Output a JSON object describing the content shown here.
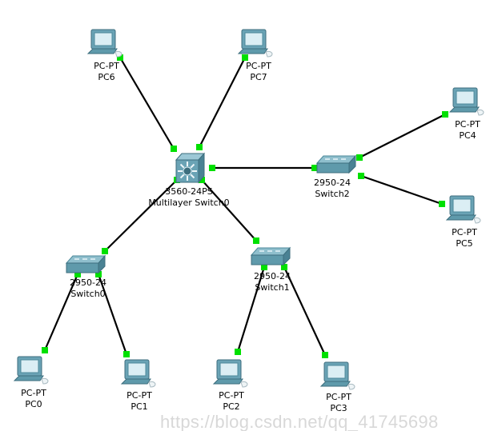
{
  "nodes": [
    {
      "id": "mls0",
      "type": "multilayer-switch",
      "model": "3560-24PS",
      "name": "Multilayer Switch0"
    },
    {
      "id": "sw0",
      "type": "switch",
      "model": "2950-24",
      "name": "Switch0"
    },
    {
      "id": "sw1",
      "type": "switch",
      "model": "2950-24",
      "name": "Switch1"
    },
    {
      "id": "sw2",
      "type": "switch",
      "model": "2950-24",
      "name": "Switch2"
    },
    {
      "id": "pc0",
      "type": "pc",
      "model": "PC-PT",
      "name": "PC0"
    },
    {
      "id": "pc1",
      "type": "pc",
      "model": "PC-PT",
      "name": "PC1"
    },
    {
      "id": "pc2",
      "type": "pc",
      "model": "PC-PT",
      "name": "PC2"
    },
    {
      "id": "pc3",
      "type": "pc",
      "model": "PC-PT",
      "name": "PC3"
    },
    {
      "id": "pc4",
      "type": "pc",
      "model": "PC-PT",
      "name": "PC4"
    },
    {
      "id": "pc5",
      "type": "pc",
      "model": "PC-PT",
      "name": "PC5"
    },
    {
      "id": "pc6",
      "type": "pc",
      "model": "PC-PT",
      "name": "PC6"
    },
    {
      "id": "pc7",
      "type": "pc",
      "model": "PC-PT",
      "name": "PC7"
    }
  ],
  "links": [
    {
      "from": "pc6",
      "to": "mls0",
      "status": "up"
    },
    {
      "from": "pc7",
      "to": "mls0",
      "status": "up"
    },
    {
      "from": "mls0",
      "to": "sw2",
      "status": "up"
    },
    {
      "from": "sw2",
      "to": "pc4",
      "status": "up"
    },
    {
      "from": "sw2",
      "to": "pc5",
      "status": "up"
    },
    {
      "from": "mls0",
      "to": "sw0",
      "status": "up"
    },
    {
      "from": "mls0",
      "to": "sw1",
      "status": "up"
    },
    {
      "from": "sw0",
      "to": "pc0",
      "status": "up"
    },
    {
      "from": "sw0",
      "to": "pc1",
      "status": "up"
    },
    {
      "from": "sw1",
      "to": "pc2",
      "status": "up"
    },
    {
      "from": "sw1",
      "to": "pc3",
      "status": "up"
    }
  ],
  "colors": {
    "link": "#000000",
    "link_up": "#00e000",
    "device": "#5f9aab"
  },
  "watermark": "https://blog.csdn.net/qq_41745698"
}
